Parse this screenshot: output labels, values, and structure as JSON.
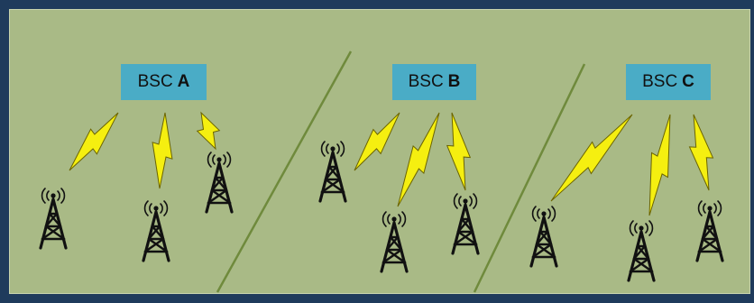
{
  "controllers": [
    {
      "prefix": "BSC",
      "letter": "A"
    },
    {
      "prefix": "BSC",
      "letter": "B"
    },
    {
      "prefix": "BSC",
      "letter": "C"
    }
  ],
  "colors": {
    "frame": "#1f3b5c",
    "panel": "#a9ba86",
    "controller_box": "#4aacc6",
    "divider": "#6f8a3c",
    "lightning_fill": "#f5ef10",
    "lightning_stroke": "#6b6400",
    "tower": "#111111"
  },
  "icons": [
    "cell-tower-icon",
    "lightning-link-icon"
  ]
}
